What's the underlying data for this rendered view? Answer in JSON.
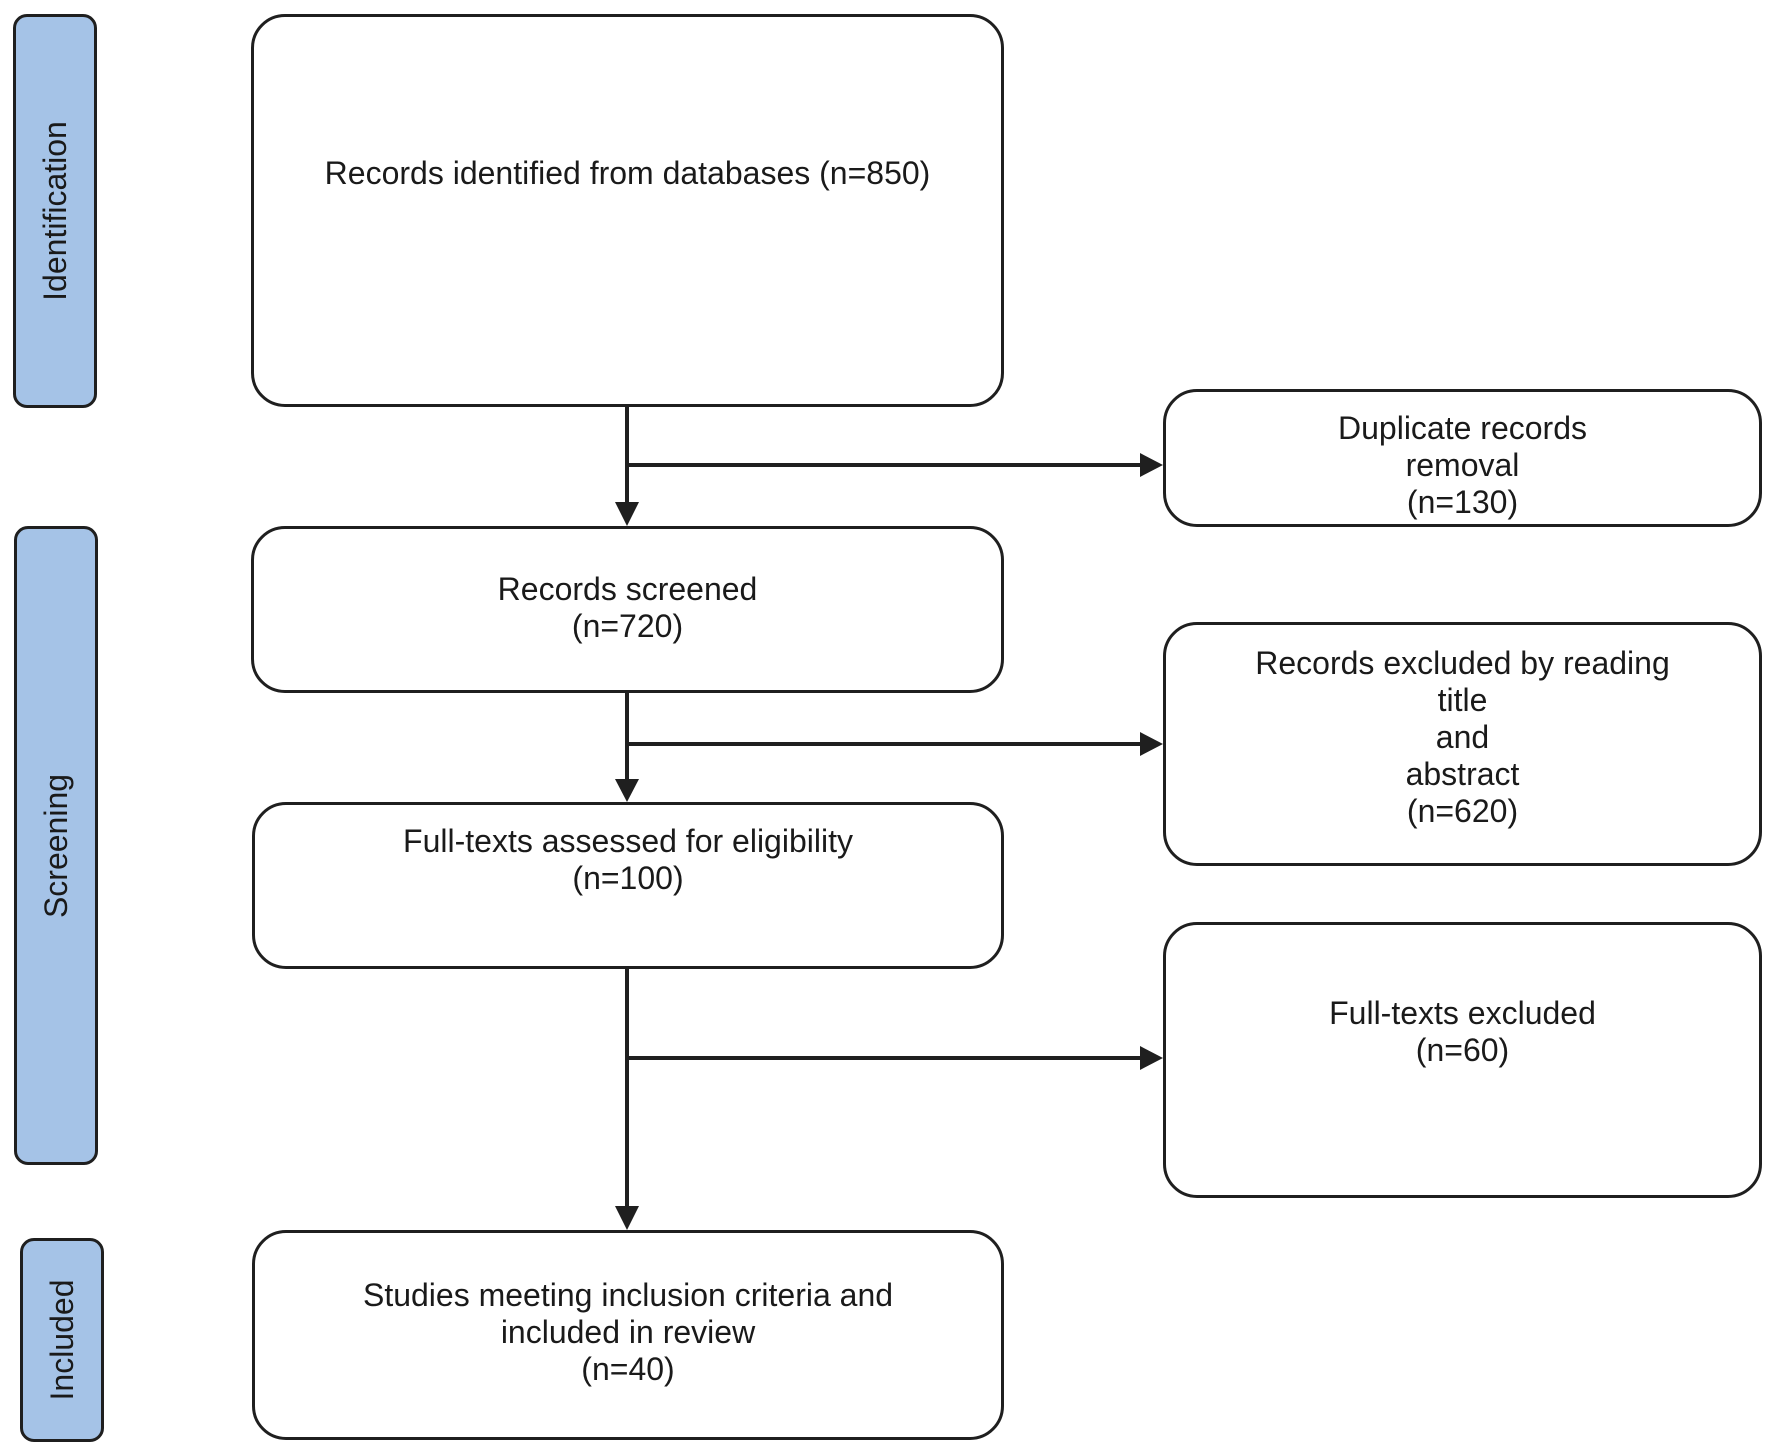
{
  "phases": {
    "identification": "Identification",
    "screening": "Screening",
    "included": "Included"
  },
  "boxes": {
    "identified": {
      "lines": [
        "Records identified from databases (n=850)"
      ]
    },
    "duplicates": {
      "lines": [
        "Duplicate records",
        "removal",
        "(n=130)"
      ]
    },
    "screened": {
      "lines": [
        "Records screened",
        "(n=720)"
      ]
    },
    "excluded_title": {
      "lines": [
        "Records excluded by reading",
        "title",
        "and",
        "abstract",
        "(n=620)"
      ]
    },
    "fulltext": {
      "lines": [
        "Full-texts assessed for eligibility",
        "(n=100)"
      ]
    },
    "fulltext_excluded": {
      "lines": [
        "Full-texts excluded",
        "(n=60)"
      ]
    },
    "included": {
      "lines": [
        "Studies meeting inclusion criteria and",
        "included in review",
        "(n=40)"
      ]
    }
  },
  "colors": {
    "phase_fill": "#a5c3e7",
    "stroke": "#1f1f1f"
  }
}
